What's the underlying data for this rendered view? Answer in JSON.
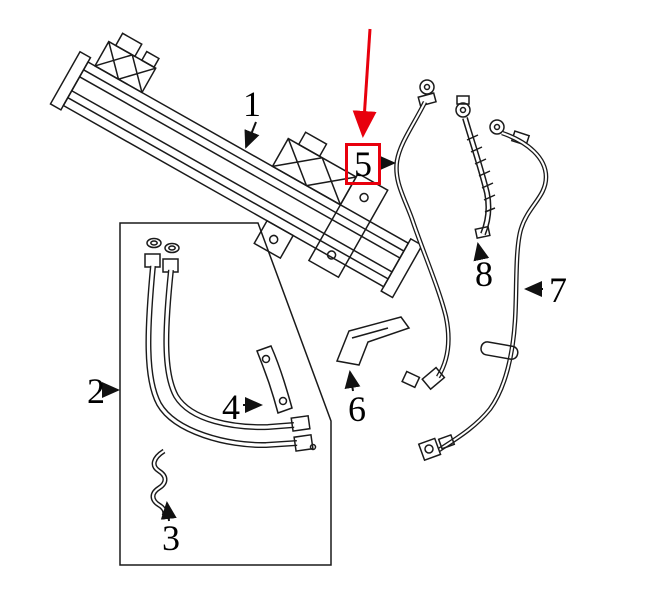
{
  "canvas": {
    "background": "#ffffff",
    "line_color": "#1a1a1a"
  },
  "highlight": {
    "callout": "5",
    "box_color": "#e8000d",
    "arrow_color": "#e8000d"
  },
  "callouts": [
    {
      "label": "1"
    },
    {
      "label": "2"
    },
    {
      "label": "3"
    },
    {
      "label": "4"
    },
    {
      "label": "5"
    },
    {
      "label": "6"
    },
    {
      "label": "7"
    },
    {
      "label": "8"
    }
  ]
}
